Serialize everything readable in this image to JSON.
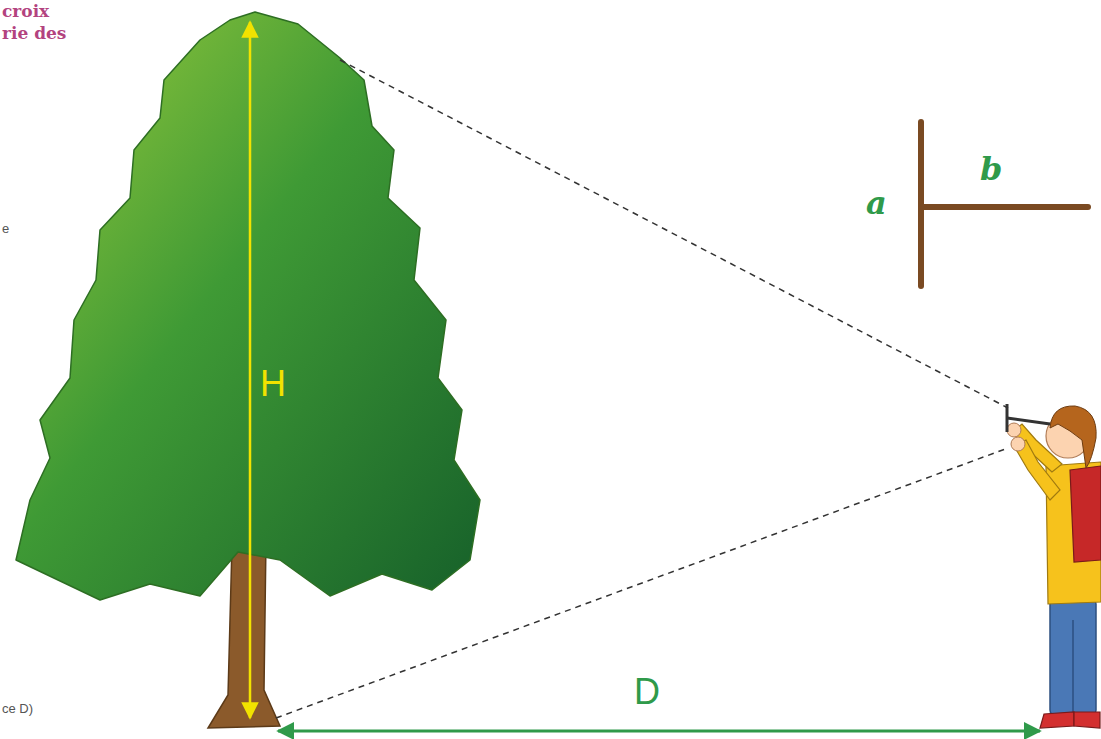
{
  "diagram": {
    "labels": [
      "croix",
      "rie des",
      "e",
      "ce D)",
      "H",
      "a",
      "b",
      "D"
    ]
  }
}
